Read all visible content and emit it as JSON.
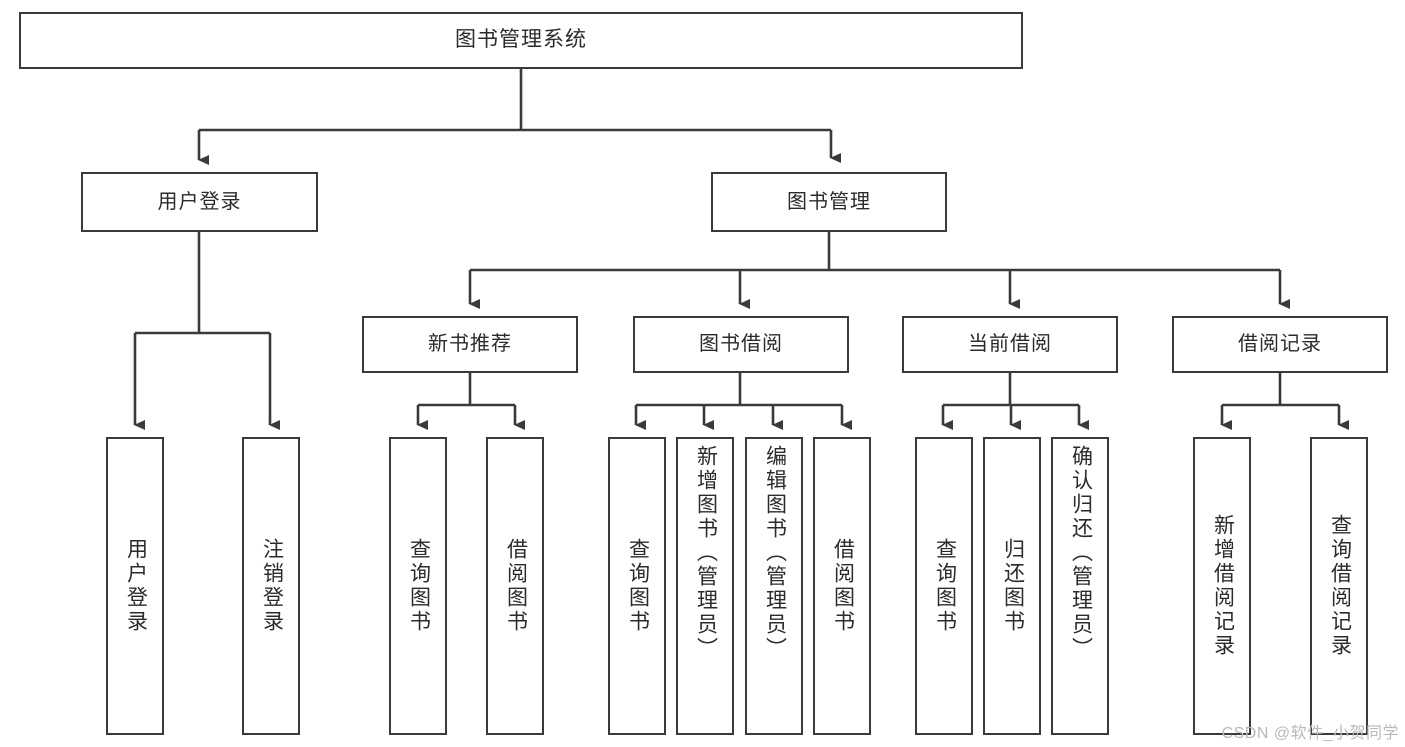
{
  "diagram": {
    "title": "图书管理系统",
    "type": "tree-hierarchy-chart",
    "root": {
      "label": "图书管理系统"
    },
    "level1": [
      {
        "label": "用户登录"
      },
      {
        "label": "图书管理"
      }
    ],
    "level2": [
      {
        "label": "新书推荐"
      },
      {
        "label": "图书借阅"
      },
      {
        "label": "当前借阅"
      },
      {
        "label": "借阅记录"
      }
    ],
    "leaves": {
      "user_login": [
        {
          "label": "用户登录"
        },
        {
          "label": "注销登录"
        }
      ],
      "new_book_recommend": [
        {
          "label": "查询图书"
        },
        {
          "label": "借阅图书"
        }
      ],
      "book_borrow": [
        {
          "label": "查询图书"
        },
        {
          "label": "新增图书（管理员）"
        },
        {
          "label": "编辑图书（管理员）"
        },
        {
          "label": "借阅图书"
        }
      ],
      "current_borrow": [
        {
          "label": "查询图书"
        },
        {
          "label": "归还图书"
        },
        {
          "label": "确认归还（管理员）"
        }
      ],
      "borrow_record": [
        {
          "label": "新增借阅记录"
        },
        {
          "label": "查询借阅记录"
        }
      ]
    }
  },
  "watermark": {
    "text": "CSDN @软件_小贺同学"
  },
  "colors": {
    "border": "#3a3a3a",
    "text": "#2b2b2b",
    "background": "#ffffff",
    "watermark": "#b9b9b9"
  }
}
